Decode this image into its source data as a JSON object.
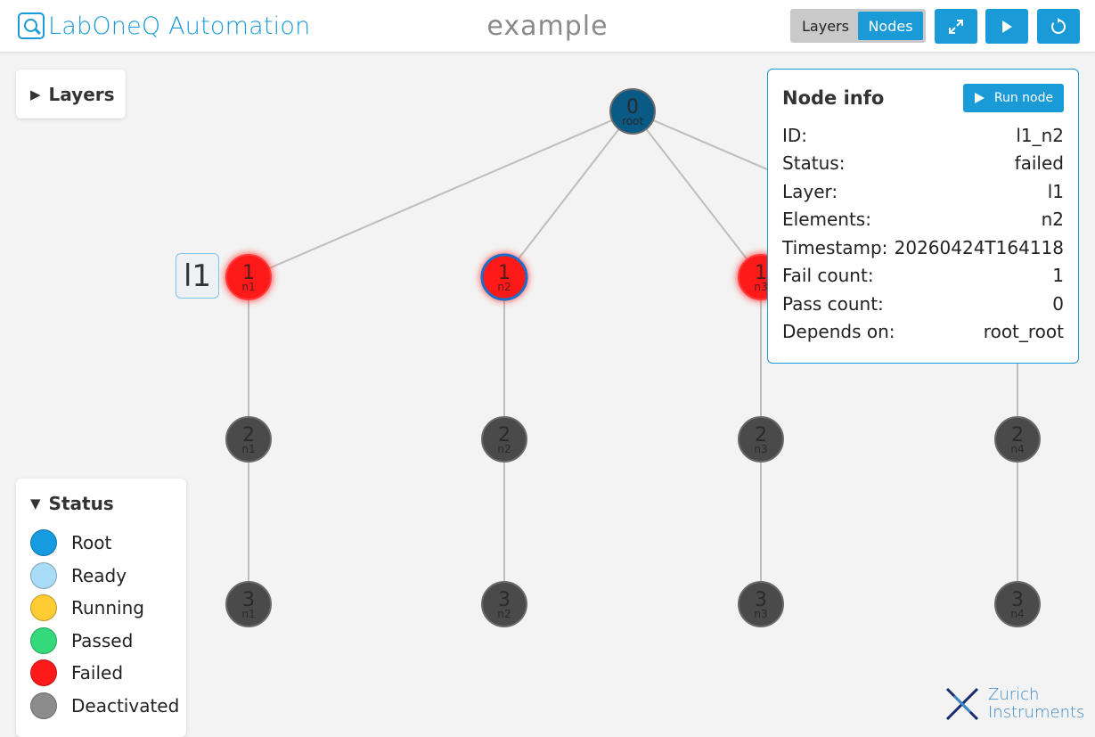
{
  "header": {
    "logo_text": "LabOneQ Automation",
    "title": "example",
    "view_toggle": {
      "options": [
        "Layers",
        "Nodes"
      ],
      "selected": "Nodes"
    },
    "buttons": [
      "fullscreen-icon",
      "play-icon",
      "refresh-icon"
    ]
  },
  "layers_panel": {
    "label": "Layers",
    "expanded": false
  },
  "graph": {
    "root": {
      "number": "0",
      "element": "root",
      "status": "root"
    },
    "layer_label": "l1",
    "layers": [
      {
        "number": "1",
        "nodes": [
          {
            "element": "n1",
            "status": "failed",
            "selected": false
          },
          {
            "element": "n2",
            "status": "failed",
            "selected": true
          },
          {
            "element": "n3",
            "status": "failed",
            "selected": false
          }
        ]
      },
      {
        "number": "2",
        "nodes": [
          {
            "element": "n1",
            "status": "deactivated"
          },
          {
            "element": "n2",
            "status": "deactivated"
          },
          {
            "element": "n3",
            "status": "deactivated"
          },
          {
            "element": "n4",
            "status": "deactivated"
          }
        ]
      },
      {
        "number": "3",
        "nodes": [
          {
            "element": "n1",
            "status": "deactivated"
          },
          {
            "element": "n2",
            "status": "deactivated"
          },
          {
            "element": "n3",
            "status": "deactivated"
          },
          {
            "element": "n4",
            "status": "deactivated"
          }
        ]
      }
    ]
  },
  "status_legend": {
    "title": "Status",
    "items": [
      {
        "label": "Root",
        "color": "#169be0"
      },
      {
        "label": "Ready",
        "color": "#a9dcf6"
      },
      {
        "label": "Running",
        "color": "#ffcc33"
      },
      {
        "label": "Passed",
        "color": "#33d97a"
      },
      {
        "label": "Failed",
        "color": "#ff1a1a"
      },
      {
        "label": "Deactivated",
        "color": "#8c8c8c"
      }
    ]
  },
  "node_info": {
    "title": "Node info",
    "run_button": "Run node",
    "rows": [
      {
        "key": "ID:",
        "value": "l1_n2"
      },
      {
        "key": "Status:",
        "value": "failed"
      },
      {
        "key": "Layer:",
        "value": "l1"
      },
      {
        "key": "Elements:",
        "value": "n2"
      },
      {
        "key": "Timestamp:",
        "value": "20260424T164118"
      },
      {
        "key": "Fail count:",
        "value": "1"
      },
      {
        "key": "Pass count:",
        "value": "0"
      },
      {
        "key": "Depends on:",
        "value": "root_root"
      }
    ]
  },
  "brand": {
    "line1": "Zurich",
    "line2": "Instruments"
  },
  "colors": {
    "accent": "#1a9ad6",
    "root_node": "#0a5a86",
    "failed_node": "#ff1a1a",
    "deactivated_node": "#4a4a4a",
    "edge": "#bdbdbd"
  }
}
